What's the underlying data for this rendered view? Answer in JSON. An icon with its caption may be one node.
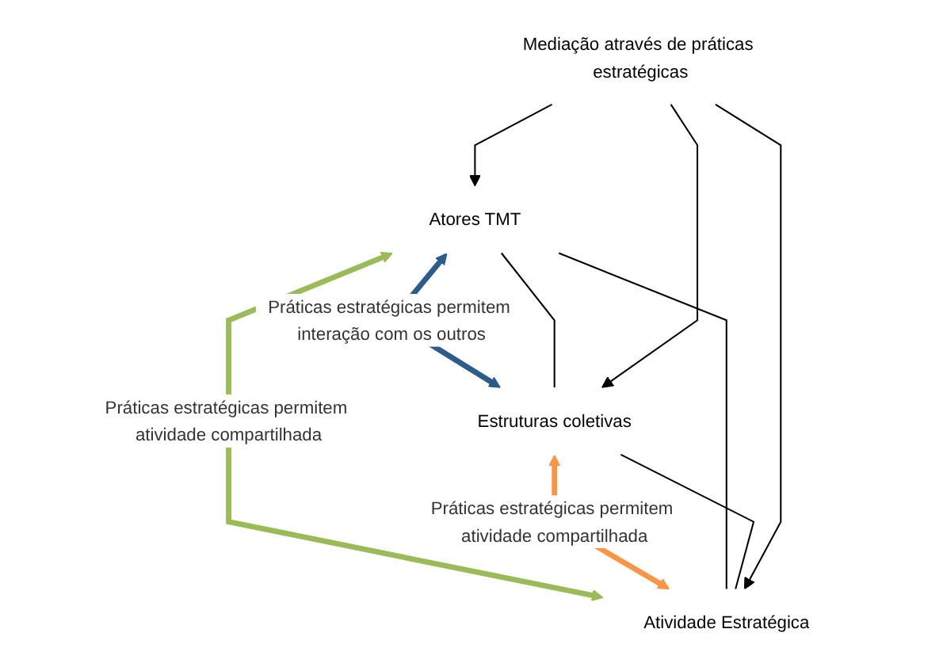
{
  "diagram": {
    "nodes": [
      {
        "text": [
          "Atores TMT"
        ]
      },
      {
        "text": [
          "Estruturas coletivas"
        ]
      },
      {
        "text": [
          "Atividade Estratégica"
        ]
      },
      {
        "text": [
          "Mediação através de práticas estratégicas"
        ]
      }
    ],
    "edges": [
      {
        "from": 0,
        "to": 1,
        "arrow": "both",
        "label": "Práticas estratégicas permitem interação com os outros",
        "style": "thick",
        "color": "#2e5c8a"
      },
      {
        "from": 0,
        "to": 2,
        "arrow": "both",
        "label": "Práticas estratégicas permitem atividade compartilhada",
        "style": "thick",
        "color": "#9bbb59"
      },
      {
        "from": 1,
        "to": 2,
        "arrow": "both",
        "label": "Práticas estratégicas permitem atividade compartilhada",
        "style": "thick",
        "color": "#f79646"
      },
      {
        "from": 0,
        "to": 1,
        "arrow": "none"
      },
      {
        "from": 0,
        "to": 2,
        "arrow": "none"
      },
      {
        "from": 1,
        "to": 2,
        "arrow": "none"
      },
      {
        "from": 3,
        "to": 0,
        "arrow": "to"
      },
      {
        "from": 3,
        "to": 1,
        "arrow": "to"
      },
      {
        "from": 3,
        "to": 2,
        "arrow": "to"
      }
    ]
  }
}
